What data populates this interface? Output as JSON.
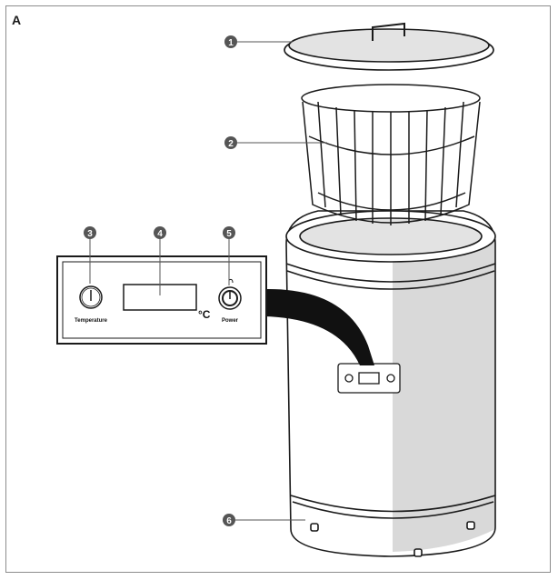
{
  "figure": {
    "label": "A"
  },
  "callouts": [
    {
      "number": "1",
      "part": "lid"
    },
    {
      "number": "2",
      "part": "basket"
    },
    {
      "number": "3",
      "part": "temperature-knob"
    },
    {
      "number": "4",
      "part": "display"
    },
    {
      "number": "5",
      "part": "power-button"
    },
    {
      "number": "6",
      "part": "base"
    }
  ],
  "control_panel": {
    "temperature_label": "Temperature",
    "power_label": "Power",
    "unit": "°C"
  },
  "colors": {
    "stroke": "#1a1a1a",
    "shade": "#d9d9d9",
    "callout": "#555555"
  }
}
